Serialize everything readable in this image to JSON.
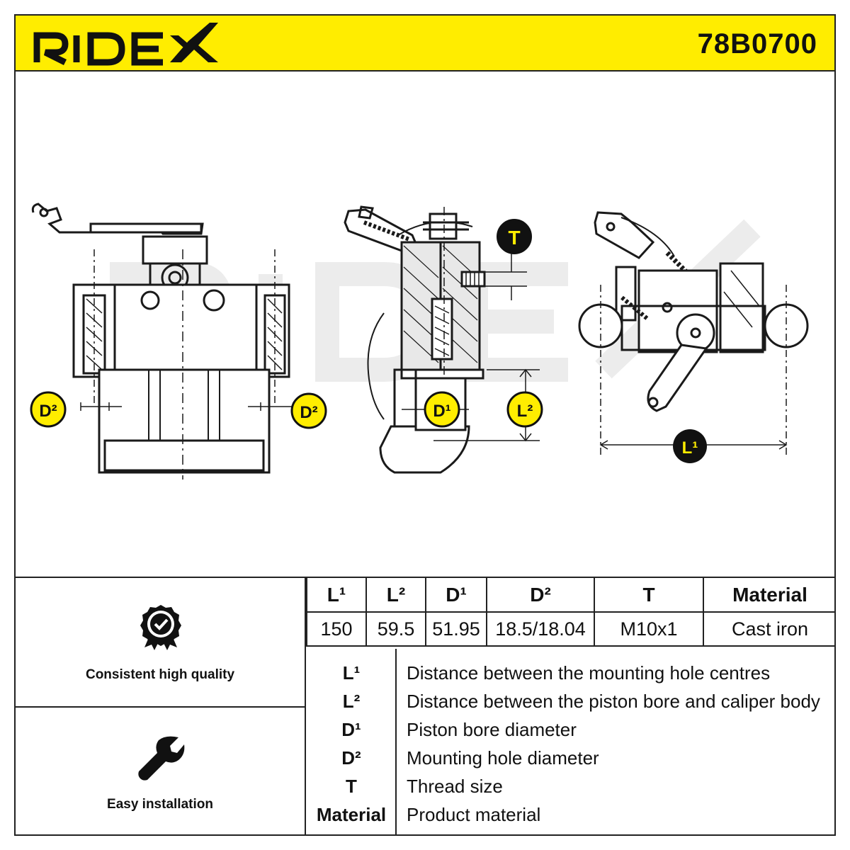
{
  "header": {
    "brand": "RIDEX",
    "part_number": "78B0700",
    "brand_color": "#ffed00"
  },
  "drawing": {
    "watermark": "RIDEX",
    "callouts": {
      "t": "T",
      "d1": "D¹",
      "d2_left": "D²",
      "d2_right": "D²",
      "l1": "L¹",
      "l2": "L²"
    }
  },
  "features": [
    {
      "label": "Consistent high quality",
      "icon": "quality-badge-icon"
    },
    {
      "label": "Easy installation",
      "icon": "wrench-icon"
    }
  ],
  "spec_table": {
    "headers": [
      "L¹",
      "L²",
      "D¹",
      "D²",
      "T",
      "Material"
    ],
    "values": [
      "150",
      "59.5",
      "51.95",
      "18.5/18.04",
      "M10x1",
      "Cast iron"
    ]
  },
  "legend": [
    {
      "key": "L¹",
      "text": "Distance between the mounting hole centres"
    },
    {
      "key": "L²",
      "text": "Distance between the piston bore and caliper body"
    },
    {
      "key": "D¹",
      "text": "Piston bore diameter"
    },
    {
      "key": "D²",
      "text": "Mounting hole diameter"
    },
    {
      "key": "T",
      "text": "Thread size"
    },
    {
      "key": "Material",
      "text": "Product material"
    }
  ]
}
